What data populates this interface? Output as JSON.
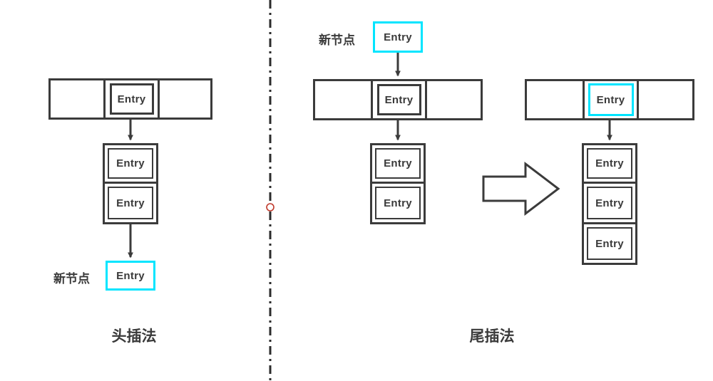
{
  "diagram": {
    "node_label": "Entry",
    "colors": {
      "stroke": "#3b3b3b",
      "text": "#3a3a3a",
      "highlight": "#00e5ff",
      "divider": "#2b2b2b",
      "handle": "#c0392b",
      "background": "#ffffff"
    },
    "divider": {
      "style": "dash-dot",
      "orientation": "vertical",
      "handle": "rotation-handle"
    },
    "left_panel": {
      "caption": "头插法",
      "new_node_label": "新节点",
      "bucket_cells": [
        "",
        "Entry",
        ""
      ],
      "bucket_highlight_index": null,
      "chain_nodes": [
        "Entry",
        "Entry"
      ],
      "new_node_text": "Entry",
      "new_node_position": "tail"
    },
    "right_panel": {
      "caption": "尾插法",
      "new_node_label": "新节点",
      "before": {
        "new_node_text": "Entry",
        "bucket_cells": [
          "",
          "Entry",
          ""
        ],
        "bucket_highlight_index": null,
        "chain_nodes": [
          "Entry",
          "Entry"
        ]
      },
      "transform_arrow": "block-arrow-right",
      "after": {
        "bucket_cells": [
          "",
          "Entry",
          ""
        ],
        "bucket_highlight_index": 1,
        "chain_nodes": [
          "Entry",
          "Entry",
          "Entry"
        ]
      }
    }
  }
}
